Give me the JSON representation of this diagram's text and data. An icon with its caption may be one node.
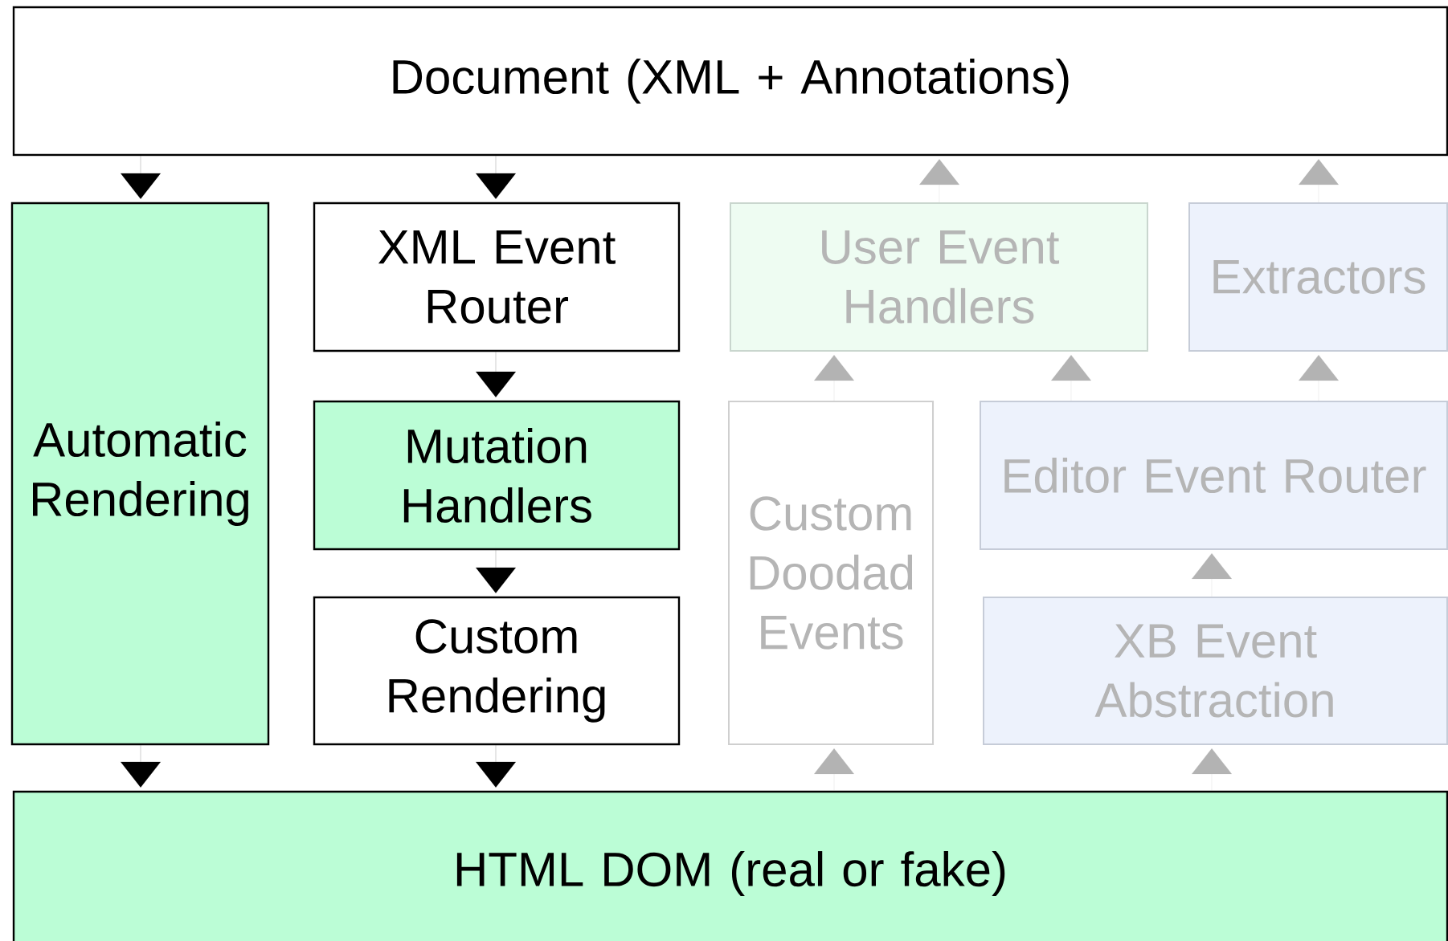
{
  "diagram": {
    "nodes": [
      {
        "text": [
          "Document (XML + Annotations)"
        ]
      },
      {
        "text": [
          "Automatic Rendering"
        ]
      },
      {
        "text": [
          "XML Event Router"
        ]
      },
      {
        "text": [
          "Mutation Handlers"
        ]
      },
      {
        "text": [
          "Custom Rendering"
        ]
      },
      {
        "text": [
          "User Event Handlers"
        ]
      },
      {
        "text": [
          "Extractors"
        ]
      },
      {
        "text": [
          "Custom Doodad Events"
        ]
      },
      {
        "text": [
          "Editor Event Router"
        ]
      },
      {
        "text": [
          "XB Event Abstraction"
        ]
      },
      {
        "text": [
          "HTML DOM (real or fake)"
        ]
      }
    ],
    "edges": [
      {
        "from": 0,
        "to": 1,
        "arrow": "to",
        "color": "#000000"
      },
      {
        "from": 0,
        "to": 2,
        "arrow": "to",
        "color": "#000000"
      },
      {
        "from": 2,
        "to": 3,
        "arrow": "to",
        "color": "#000000"
      },
      {
        "from": 3,
        "to": 4,
        "arrow": "to",
        "color": "#000000"
      },
      {
        "from": 1,
        "to": 10,
        "arrow": "to",
        "color": "#000000"
      },
      {
        "from": 4,
        "to": 10,
        "arrow": "to",
        "color": "#000000"
      },
      {
        "from": 5,
        "to": 0,
        "arrow": "to"
      },
      {
        "from": 6,
        "to": 0,
        "arrow": "to"
      },
      {
        "from": 7,
        "to": 5,
        "arrow": "to"
      },
      {
        "from": 8,
        "to": 5,
        "arrow": "to"
      },
      {
        "from": 8,
        "to": 6,
        "arrow": "to"
      },
      {
        "from": 9,
        "to": 8,
        "arrow": "to"
      },
      {
        "from": 10,
        "to": 7,
        "arrow": "to"
      },
      {
        "from": 10,
        "to": 9,
        "arrow": "to"
      }
    ]
  }
}
